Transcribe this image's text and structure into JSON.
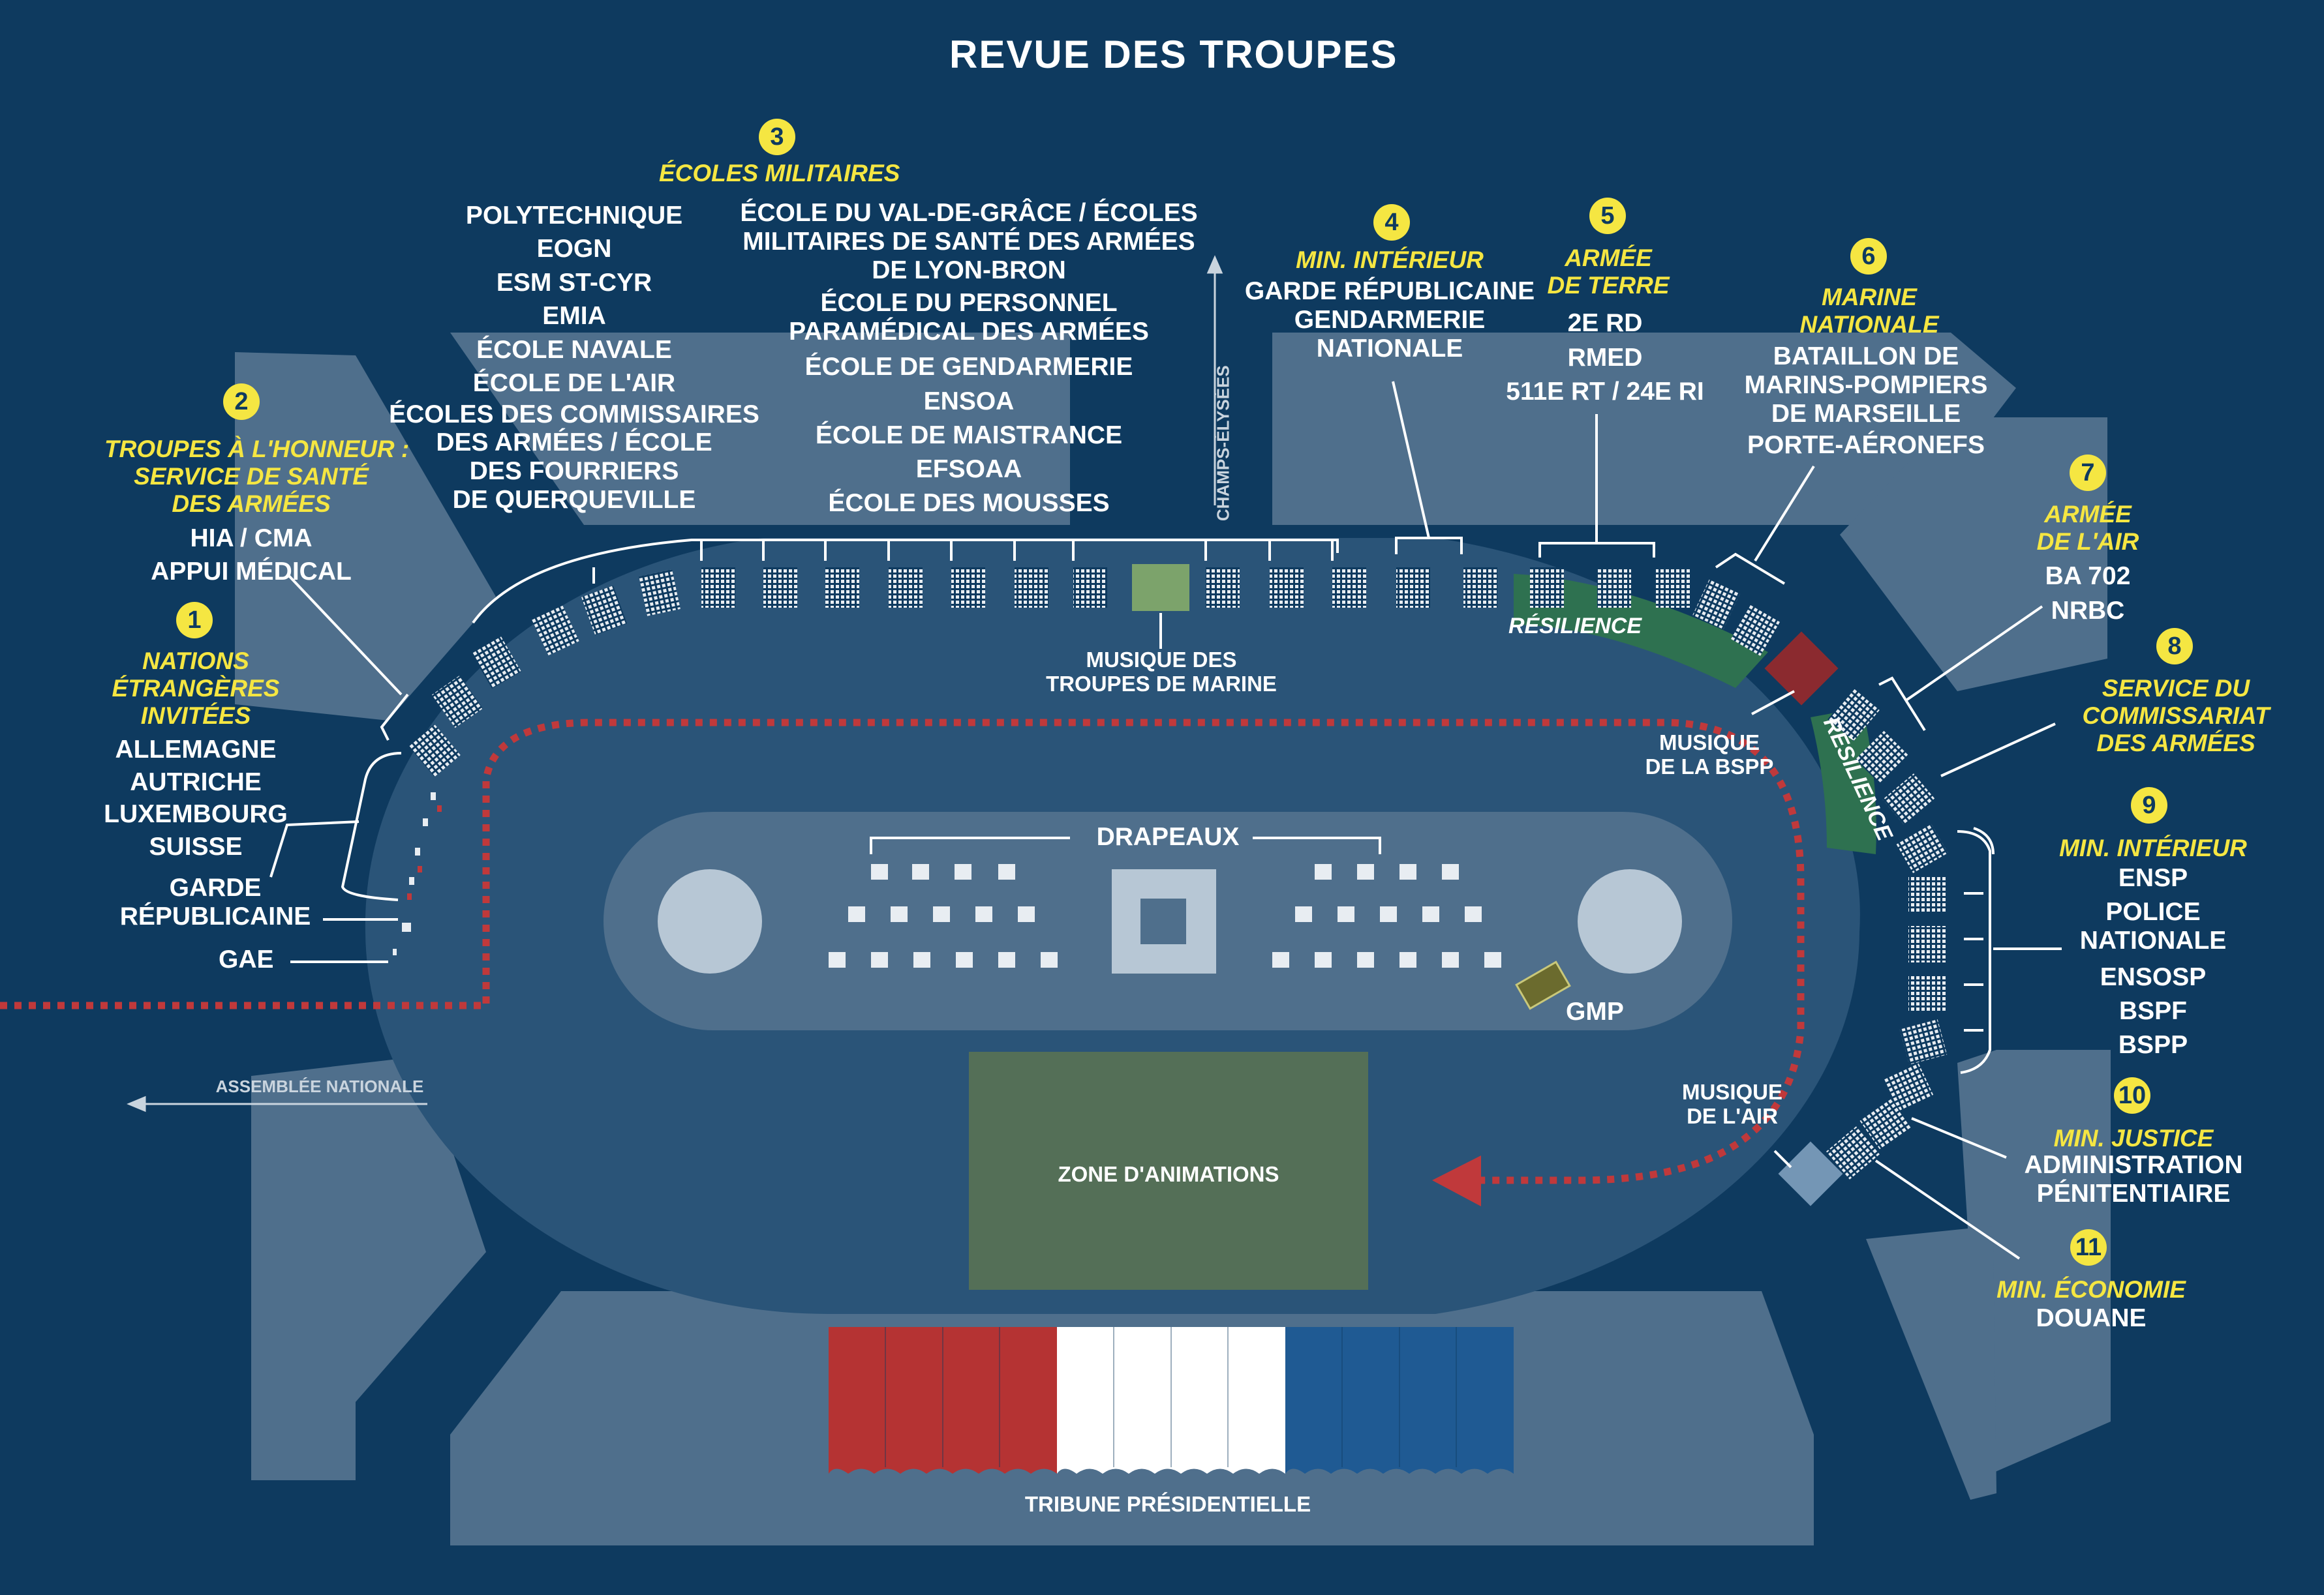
{
  "title": "REVUE DES TROUPES",
  "colors": {
    "background": "#0e3a5f",
    "stand": "#4f6f8c",
    "track": "#2a5478",
    "accent_yellow": "#f5e642",
    "resilience_green": "#2e7150",
    "route_red": "#c0393b",
    "animation_zone": "#546f57",
    "flag_red": "#b53333",
    "flag_white": "#ffffff",
    "flag_blue": "#1f5a93"
  },
  "groups": [
    {
      "number": "1",
      "heading": [
        "NATIONS",
        "ÉTRANGÈRES",
        "INVITÉES"
      ],
      "units": [
        "ALLEMAGNE",
        "AUTRICHE",
        "LUXEMBOURG",
        "SUISSE"
      ]
    },
    {
      "number": "2",
      "heading": [
        "TROUPES À L'HONNEUR :",
        "SERVICE DE SANTÉ",
        "DES ARMÉES"
      ],
      "units": [
        "HIA / CMA",
        "APPUI MÉDICAL"
      ]
    },
    {
      "number": "3",
      "heading": [
        "ÉCOLES MILITAIRES"
      ],
      "units_left": [
        "POLYTECHNIQUE",
        "EOGN",
        "ESM ST-CYR",
        "EMIA",
        "ÉCOLE NAVALE",
        "ÉCOLE DE L'AIR",
        "ÉCOLES DES COMMISSAIRES",
        "DES ARMÉES / ÉCOLE",
        "DES FOURRIERS",
        "DE QUERQUEVILLE"
      ],
      "units_right": [
        "ÉCOLE DU VAL-DE-GRÂCE / ÉCOLES",
        "MILITAIRES DE SANTÉ DES ARMÉES",
        "DE LYON-BRON",
        "ÉCOLE DU PERSONNEL",
        "PARAMÉDICAL DES ARMÉES",
        "ÉCOLE DE GENDARMERIE",
        "ENSOA",
        "ÉCOLE DE MAISTRANCE",
        "EFSOAA",
        "ÉCOLE DES MOUSSES"
      ]
    },
    {
      "number": "4",
      "heading": [
        "MIN. INTÉRIEUR"
      ],
      "units": [
        "GARDE RÉPUBLICAINE",
        "GENDARMERIE",
        "NATIONALE"
      ]
    },
    {
      "number": "5",
      "heading": [
        "ARMÉE",
        "DE TERRE"
      ],
      "units": [
        "2E RD",
        "RMED",
        "511E RT / 24E RI"
      ]
    },
    {
      "number": "6",
      "heading": [
        "MARINE",
        "NATIONALE"
      ],
      "units": [
        "BATAILLON DE",
        "MARINS-POMPIERS",
        "DE MARSEILLE",
        "PORTE-AÉRONEFS"
      ]
    },
    {
      "number": "7",
      "heading": [
        "ARMÉE",
        "DE L'AIR"
      ],
      "units": [
        "BA 702",
        "NRBC"
      ]
    },
    {
      "number": "8",
      "heading": [
        "SERVICE DU",
        "COMMISSARIAT",
        "DES ARMÉES"
      ],
      "units": []
    },
    {
      "number": "9",
      "heading": [
        "MIN. INTÉRIEUR"
      ],
      "units": [
        "ENSP",
        "POLICE",
        "NATIONALE",
        "ENSOSP",
        "BSPF",
        "BSPP"
      ]
    },
    {
      "number": "10",
      "heading": [
        "MIN. JUSTICE"
      ],
      "units": [
        "ADMINISTRATION",
        "PÉNITENTIAIRE"
      ]
    },
    {
      "number": "11",
      "heading": [
        "MIN. ÉCONOMIE"
      ],
      "units": [
        "DOUANE"
      ]
    }
  ],
  "standalone": {
    "garde_republicaine": [
      "GARDE",
      "RÉPUBLICAINE"
    ],
    "gae": "GAE",
    "musique_troupes_marine": [
      "MUSIQUE DES",
      "TROUPES DE MARINE"
    ],
    "musique_bspp": [
      "MUSIQUE",
      "DE LA BSPP"
    ],
    "musique_air": [
      "MUSIQUE",
      "DE L'AIR"
    ],
    "resilience": "RÉSILIENCE",
    "drapeaux": "DRAPEAUX",
    "gmp": "GMP",
    "zone_animations": "ZONE D'ANIMATIONS",
    "tribune": "TRIBUNE PRÉSIDENTIELLE",
    "champs_elysees": "CHAMPS-ÉLYSÉES",
    "assemblee_nationale": "ASSEMBLÉE NATIONALE"
  }
}
